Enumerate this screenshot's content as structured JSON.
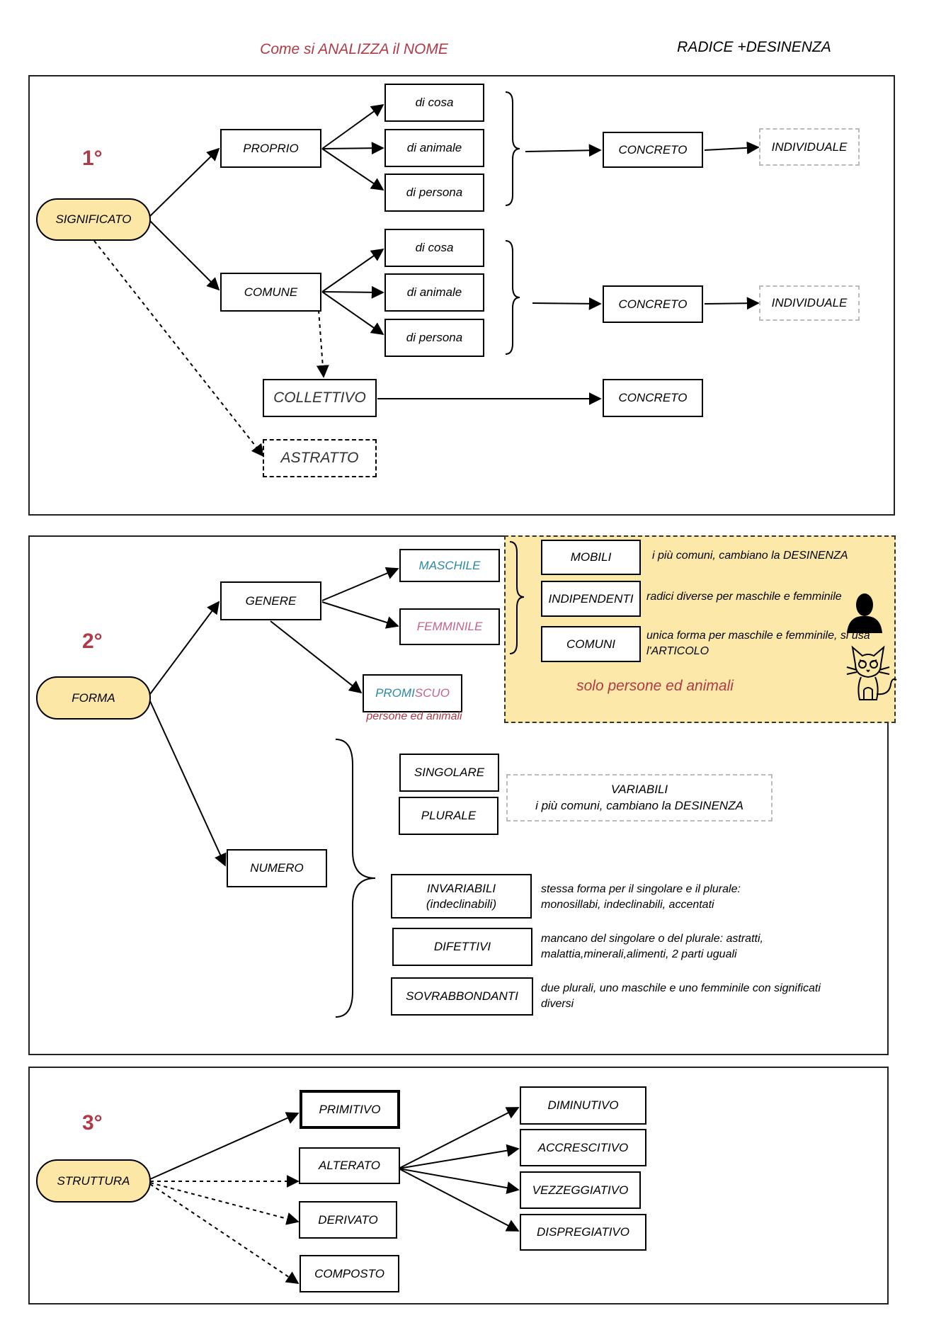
{
  "header": {
    "title": "Come si ANALIZZA il NOME",
    "right": "RADICE +DESINENZA"
  },
  "colors": {
    "red": "#b03a48",
    "blue": "#2a8aa5",
    "pink": "#c4638d",
    "yellow": "#fde7a6",
    "panel": "#fce8a8"
  },
  "section1": {
    "number": "1°",
    "root": "SIGNIFICATO",
    "proprio": "PROPRIO",
    "comune": "COMUNE",
    "cosa": "di cosa",
    "animale": "di animale",
    "persona": "di persona",
    "concreto": "CONCRETO",
    "individuale": "INDIVIDUALE",
    "collettivo": "COLLETTIVO",
    "astratto": "ASTRATTO"
  },
  "section2": {
    "number": "2°",
    "root": "FORMA",
    "genere": "GENERE",
    "maschile": "MASCHILE",
    "femminile": "FEMMINILE",
    "promiscuo_a": "PROMI",
    "promiscuo_b": "SCUO",
    "promiscuo_note": "persone ed animali",
    "mobili": "MOBILI",
    "mobili_desc": "i più comuni, cambiano la DESINENZA",
    "indipendenti": "INDIPENDENTI",
    "indipendenti_desc": "radici diverse per maschile e femminile",
    "comuni": "COMUNI",
    "comuni_desc": "unica forma per maschile e femminile, si usa l'ARTICOLO",
    "panel_note": "solo persone ed animali",
    "numero": "NUMERO",
    "singolare": "SINGOLARE",
    "plurale": "PLURALE",
    "variabili_title": "VARIABILI",
    "variabili_desc": "i più comuni, cambiano la DESINENZA",
    "invariabili_1": "INVARIABILI",
    "invariabili_2": "(indeclinabili)",
    "invariabili_desc": "stessa forma per il singolare e il plurale: monosillabi, indeclinabili, accentati",
    "difettivi": "DIFETTIVI",
    "difettivi_desc": "mancano del singolare o del plurale: astratti, malattia,minerali,alimenti, 2 parti uguali",
    "sovrabbondanti": "SOVRABBONDANTI",
    "sovrabbondanti_desc": "due plurali, uno maschile e uno femminile con significati diversi"
  },
  "section3": {
    "number": "3°",
    "root": "STRUTTURA",
    "primitivo": "PRIMITIVO",
    "alterato": "ALTERATO",
    "derivato": "DERIVATO",
    "composto": "COMPOSTO",
    "diminutivo": "DIMINUTIVO",
    "accrescitivo": "ACCRESCITIVO",
    "vezzeggiativo": "VEZZEGGIATIVO",
    "dispregiativo": "DISPREGIATIVO"
  }
}
